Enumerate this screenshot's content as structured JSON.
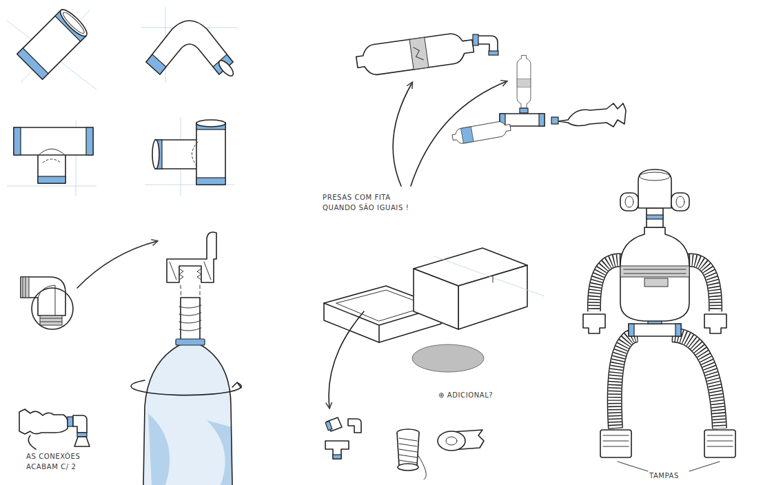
{
  "diagram": {
    "labels": [
      "AS CONEXÕES ACABAM C/ 2",
      "PRESAS COM FITA QUANDO SÃO IGUAIS !",
      "⊕ ADICIONAL?",
      "TAMPAS"
    ]
  }
}
